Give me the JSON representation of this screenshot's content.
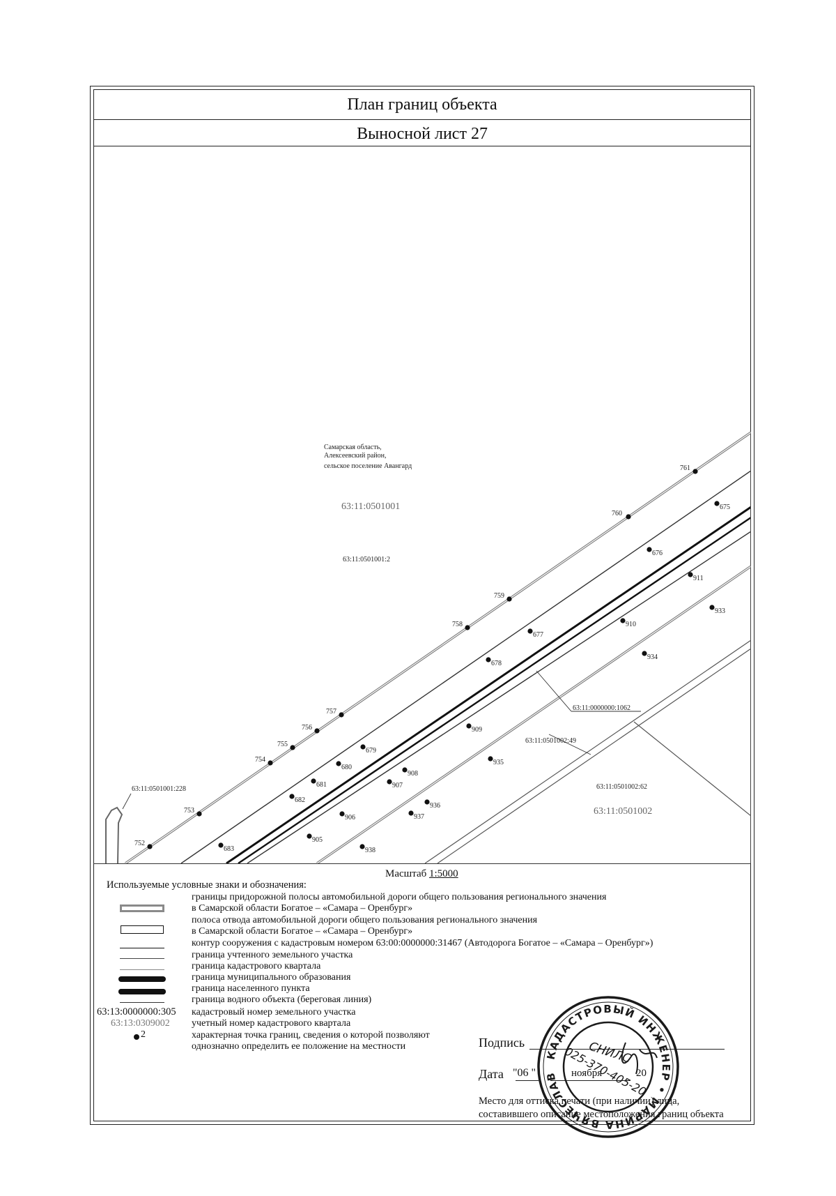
{
  "header": {
    "title": "План границ объекта",
    "sheet": "Выносной лист 27"
  },
  "map": {
    "region_lines": [
      "Самарская область,",
      "Алексеевский район,",
      "сельское поселение Авангард"
    ],
    "quarter_label_1": "63:11:0501001",
    "parcel_label_1": "63:11:0501001:2",
    "parcel_label_228": "63:11:0501001:228",
    "structure_label": "63:11:0000000:1062",
    "parcel_label_49": "63:11:0501002:49",
    "parcel_label_62": "63:11:0501002:62",
    "quarter_label_2": "63:11:0501002",
    "points": [
      "761",
      "760",
      "759",
      "758",
      "757",
      "756",
      "755",
      "754",
      "753",
      "752",
      "675",
      "676",
      "677",
      "678",
      "679",
      "680",
      "681",
      "682",
      "683",
      "911",
      "910",
      "909",
      "908",
      "907",
      "906",
      "905",
      "933",
      "934",
      "935",
      "936",
      "937",
      "938"
    ]
  },
  "legend": {
    "scale_label": "Масштаб",
    "scale_value": "1:5000",
    "title": "Используемые условные знаки и обозначения:",
    "items": [
      "границы придорожной полосы автомобильной дороги общего пользования регионального значения",
      "в Самарской области Богатое – «Самара – Оренбург»",
      "полоса отвода автомобильной дороги общего пользования регионального значения",
      "в Самарской области Богатое – «Самара – Оренбург»",
      "контур сооружения с кадастровым номером 63:00:0000000:31467  (Автодорога Богатое – «Самара – Оренбург»)",
      "граница учтенного земельного участка",
      "граница кадастрового квартала",
      "граница муниципального образования",
      "граница населенного пункта",
      "граница водного объекта (береговая линия)",
      "кадастровый номер земельного участка",
      "учетный номер кадастрового квартала",
      "характерная точка границ, сведения о которой позволяют",
      "однозначно определить ее положение на местности"
    ],
    "sample_parcel_number": "63:13:0000000:305",
    "sample_quarter_number": "63:13:0309002",
    "sample_point": "2"
  },
  "signature": {
    "label": "Подпись",
    "date_label": "Дата",
    "date_day": "\"06 \"",
    "date_month": "ноября",
    "date_year": "20",
    "place_note_1": "Место для оттиска печати (при наличии) лица,",
    "place_note_2": "составившего описание местоположения границ объекта"
  },
  "stamp": {
    "ring_text": "КАДАСТРОВЫЙ ИНЖЕНЕР • МАРИНА ВЯЧЕСЛАВОВНА • НЕХОЖИНА •",
    "snils_label": "СНИЛС",
    "snils_number": "025-370-405-20"
  },
  "colors": {
    "ink": "#111111",
    "stamp": "#1a1a1a",
    "gray_line": "#8a8a8a"
  }
}
